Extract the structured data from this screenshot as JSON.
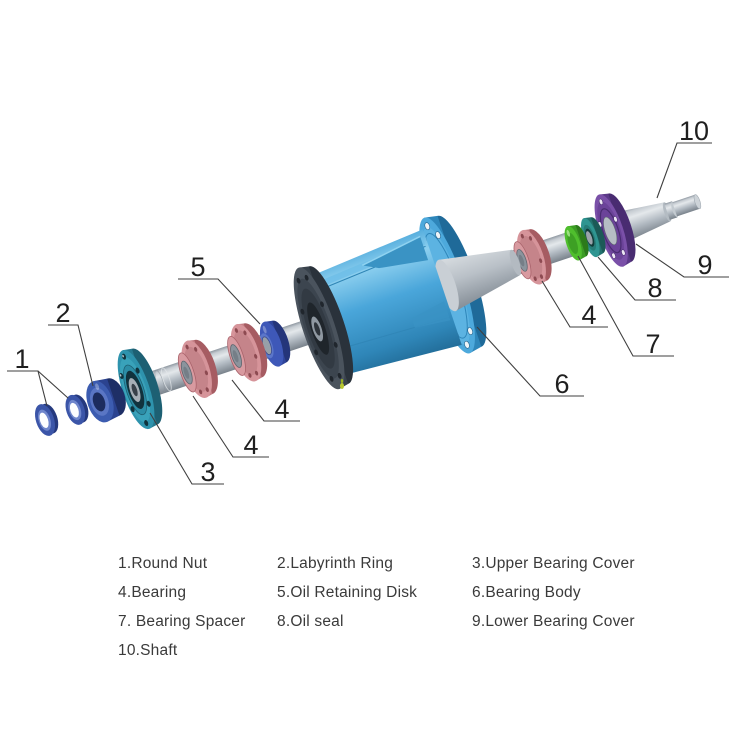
{
  "page": {
    "background": "#ffffff"
  },
  "diagram": {
    "description": "exploded-view-of-bearing-assembly",
    "callouts": [
      {
        "part": "round-nut",
        "label": "1"
      },
      {
        "part": "labyrinth-ring",
        "label": "2"
      },
      {
        "part": "upper-bearing-cover",
        "label": "3"
      },
      {
        "part": "bearing-front-outer",
        "label": "4"
      },
      {
        "part": "bearing-front-inner",
        "label": "4"
      },
      {
        "part": "oil-retaining-disk",
        "label": "5"
      },
      {
        "part": "bearing-body",
        "label": "6"
      },
      {
        "part": "bearing-rear",
        "label": "4"
      },
      {
        "part": "bearing-spacer",
        "label": "7"
      },
      {
        "part": "oil-seal",
        "label": "8"
      },
      {
        "part": "lower-bearing-cover",
        "label": "9"
      },
      {
        "part": "shaft",
        "label": "10"
      }
    ],
    "palette": {
      "shaft_gray": "#b4bcc4",
      "round_nut_blue": "#3b55a8",
      "labyrinth_blue": "#3c5cb0",
      "upper_cover_teal": "#2e93ad",
      "bearing_pink": "#d6949a",
      "oil_disk_blue": "#3e58b8",
      "body_blue": "#4da9dc",
      "body_flange_dark": "#4a535d",
      "spacer_green": "#4fbe2d",
      "oil_seal_teal": "#2f9591",
      "lower_cover_purple": "#7a50a8",
      "leader_line": "#3f3f3f",
      "callout_text": "#1f1f1f",
      "legend_text": "#3a3a3a"
    }
  },
  "legend": {
    "items": [
      "1.Round Nut",
      "2.Labyrinth Ring",
      "3.Upper Bearing Cover",
      "4.Bearing",
      "5.Oil Retaining Disk",
      "6.Bearing Body",
      "7. Bearing Spacer",
      "8.Oil seal",
      "9.Lower Bearing Cover",
      "10.Shaft"
    ]
  }
}
